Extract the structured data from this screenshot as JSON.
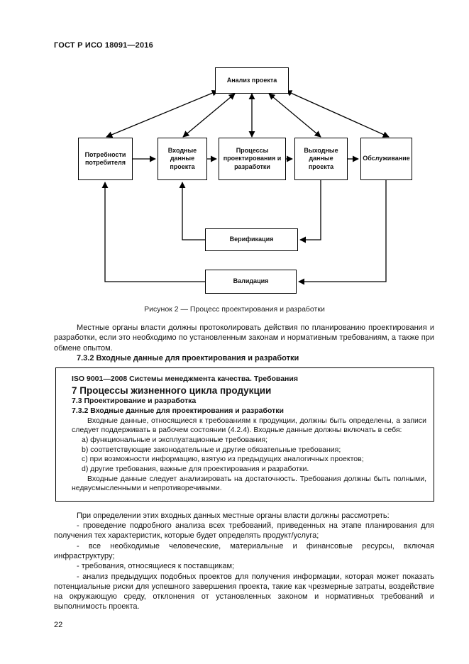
{
  "page": {
    "header": "ГОСТ Р ИСО 18091—2016",
    "page_number": "22"
  },
  "figure": {
    "caption": "Рисунок 2 — Процесс проектирования и разработки",
    "boxes": {
      "analysis": "Анализ проекта",
      "needs": "Потребности потребителя",
      "inputs": "Входные данные проекта",
      "processes": "Процессы проектирования и разработки",
      "outputs": "Выходные данные проекта",
      "service": "Обслуживание",
      "verification": "Верификация",
      "validation": "Валидация"
    }
  },
  "body": {
    "para1": "Местные органы власти должны протоколировать действия по планированию проектирования и разработки, если это необходимо по установленным законам и нормативным требованиям, а также при обмене опытом.",
    "heading_732": "7.3.2 Входные данные для проектирования и разработки"
  },
  "quote_box": {
    "title": "ISO 9001—2008 Системы менеджмента качества. Требования",
    "section7": "7 Процессы жизненного цикла продукции",
    "section73": "7.3 Проектирование и разработка",
    "section732": "7.3.2 Входные данные для проектирования и разработки",
    "para1": "Входные данные, относящиеся к требованиям к продукции, должны быть определены, а записи следует поддерживать в рабочем состоянии (4.2.4). Входные данные должны включать в себя:",
    "items": [
      "a) функциональные и эксплуатационные требования;",
      "b) соответствующие законодательные и другие обязательные требования;",
      "c) при возможности информацию, взятую из предыдущих аналогичных проектов;",
      "d) другие требования, важные для проектирования и разработки."
    ],
    "para2": "Входные данные следует анализировать на достаточность. Требования должны быть полными, недвусмысленными и непротиворечивыми."
  },
  "body2": {
    "intro": "При определении этих входных данных местные органы власти должны рассмотреть:",
    "bullets": [
      "- проведение подробного анализа всех требований, приведенных на этапе планирования для получения тех характеристик, которые будет определять продукт/услуга;",
      "- все необходимые человеческие, материальные и финансовые ресурсы, включая инфраструктуру;",
      "- требования, относящиеся к поставщикам;",
      "- анализ предыдущих подобных проектов для получения информации, которая может показать потенциальные риски для успешного завершения проекта, такие как чрезмерные затраты, воздействие на окружающую среду, отклонения от установленных законом и нормативных требований и выполнимость проекта."
    ]
  }
}
